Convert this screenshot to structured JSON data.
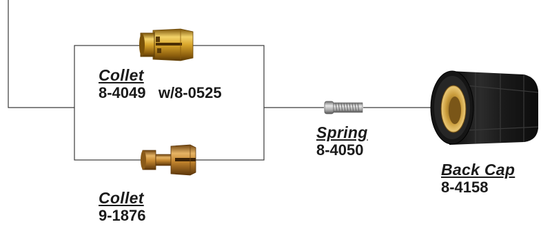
{
  "parts": [
    {
      "id": "collet_a",
      "name": "Collet",
      "number": "8-4049   w/8-0525",
      "icon": "collet-slotted-icon",
      "color": "#C8961E"
    },
    {
      "id": "collet_b",
      "name": "Collet",
      "number": "9-1876",
      "icon": "collet-stepped-icon",
      "color": "#B97A24"
    },
    {
      "id": "spring",
      "name": "Spring",
      "number": "8-4050",
      "icon": "spring-icon",
      "color": "#9A9A9A"
    },
    {
      "id": "back_cap",
      "name": "Back Cap",
      "number": "8-4158",
      "icon": "back-cap-icon",
      "color": "#1C1C1C"
    }
  ],
  "line_color": "#3A3A3A"
}
